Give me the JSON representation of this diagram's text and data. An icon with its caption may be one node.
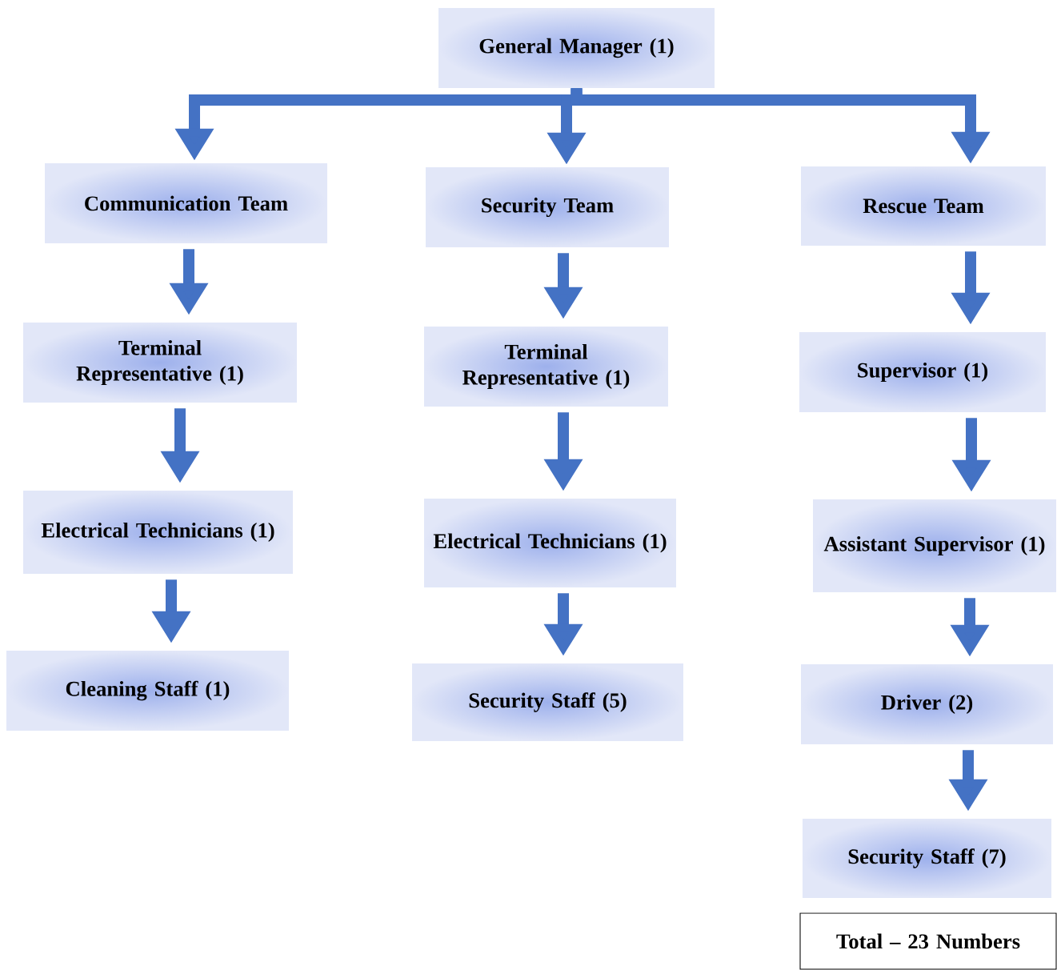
{
  "diagram": {
    "nodes": [
      {
        "text": [
          "General Manager (1)"
        ]
      },
      {
        "text": [
          "Communication Team"
        ]
      },
      {
        "text": [
          "Security Team"
        ]
      },
      {
        "text": [
          "Rescue Team"
        ]
      },
      {
        "text": [
          "Terminal Representative (1)"
        ]
      },
      {
        "text": [
          "Electrical Technicians (1)"
        ]
      },
      {
        "text": [
          "Cleaning Staff (1)"
        ]
      },
      {
        "text": [
          "Terminal Representative (1)"
        ]
      },
      {
        "text": [
          "Electrical Technicians (1)"
        ]
      },
      {
        "text": [
          "Security Staff (5)"
        ]
      },
      {
        "text": [
          "Supervisor (1)"
        ]
      },
      {
        "text": [
          "Assistant Supervisor (1)"
        ]
      },
      {
        "text": [
          "Driver (2)"
        ]
      },
      {
        "text": [
          "Security Staff (7)"
        ]
      },
      {
        "text": [
          "Total – 23 Numbers"
        ]
      }
    ],
    "edges": [
      {
        "from": 0,
        "to": 1,
        "arrow": "to"
      },
      {
        "from": 0,
        "to": 2,
        "arrow": "to"
      },
      {
        "from": 0,
        "to": 3,
        "arrow": "to"
      },
      {
        "from": 1,
        "to": 4,
        "arrow": "to"
      },
      {
        "from": 4,
        "to": 5,
        "arrow": "to"
      },
      {
        "from": 5,
        "to": 6,
        "arrow": "to"
      },
      {
        "from": 2,
        "to": 7,
        "arrow": "to"
      },
      {
        "from": 7,
        "to": 8,
        "arrow": "to"
      },
      {
        "from": 8,
        "to": 9,
        "arrow": "to"
      },
      {
        "from": 3,
        "to": 10,
        "arrow": "to"
      },
      {
        "from": 10,
        "to": 11,
        "arrow": "to"
      },
      {
        "from": 11,
        "to": 12,
        "arrow": "to"
      },
      {
        "from": 12,
        "to": 13,
        "arrow": "to"
      }
    ]
  }
}
